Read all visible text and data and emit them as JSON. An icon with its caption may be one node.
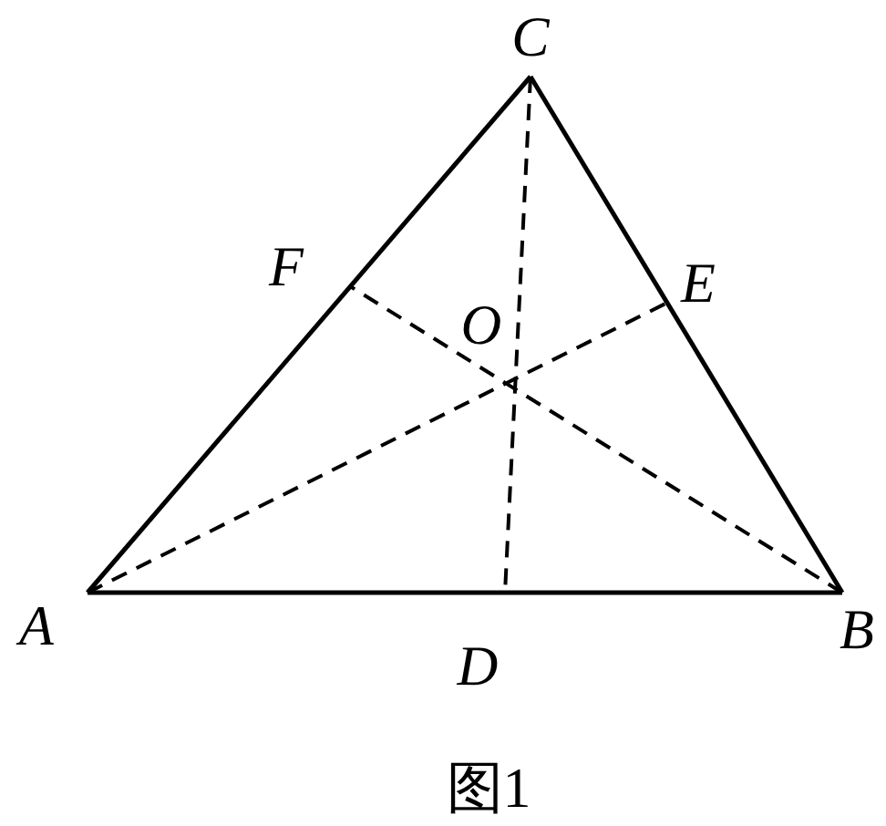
{
  "diagram": {
    "caption": "图1",
    "nodes": [
      {
        "text": [
          "*A*"
        ]
      },
      {
        "text": [
          "*B*"
        ]
      },
      {
        "text": [
          "*C*"
        ]
      },
      {
        "text": [
          "*D*"
        ]
      },
      {
        "text": [
          "*E*"
        ]
      },
      {
        "text": [
          "*F*"
        ]
      }
    ],
    "edges": [
      {
        "from": 0,
        "to": 1,
        "arrow": "none"
      },
      {
        "from": 1,
        "to": 2,
        "arrow": "none"
      },
      {
        "from": 2,
        "to": 0,
        "arrow": "none"
      },
      {
        "from": 2,
        "to": 3,
        "arrow": "none",
        "style": "dashed"
      },
      {
        "from": 0,
        "to": 4,
        "arrow": "none",
        "style": "dashed"
      },
      {
        "from": 1,
        "to": 5,
        "arrow": "none",
        "style": "dashed"
      }
    ],
    "labels": [
      "*O*"
    ]
  }
}
